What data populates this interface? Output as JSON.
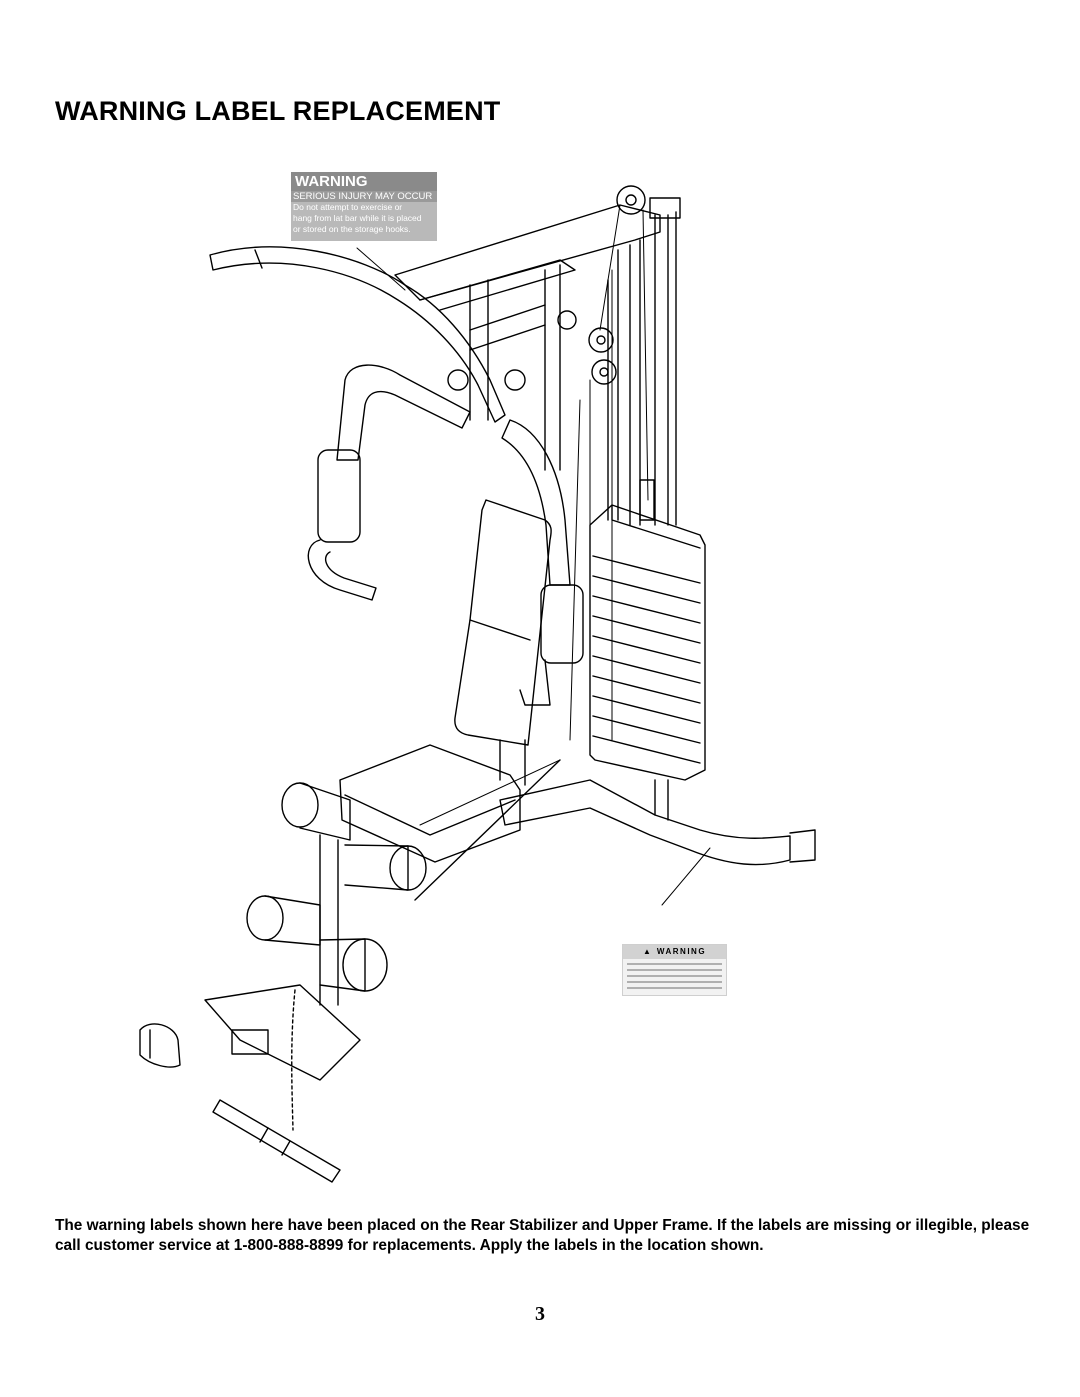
{
  "page": {
    "title": "WARNING LABEL REPLACEMENT",
    "body_text": "The warning labels shown here have been placed on the Rear Stabilizer and Upper Frame.  If the labels are missing or illegible, please call customer service at 1-800-888-8899 for replacements.  Apply the labels in the location shown.",
    "page_number": "3"
  },
  "labels": {
    "upper_frame": {
      "heading": "WARNING",
      "subheading": "SERIOUS INJURY MAY OCCUR",
      "lines": [
        "Do not attempt to exercise or",
        "hang from lat bar while it is placed",
        "or stored on the storage hooks."
      ]
    },
    "rear_stabilizer": {
      "heading": "WARNING"
    }
  },
  "colors": {
    "line": "#000000",
    "label_gray": "#b9b9b9"
  }
}
